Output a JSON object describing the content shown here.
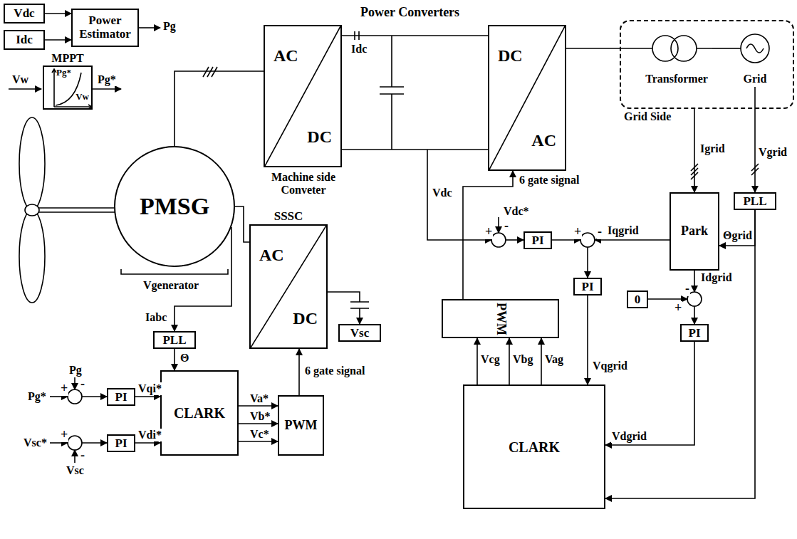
{
  "diagram": {
    "nodes": [
      {
        "text": [
          "Vdc"
        ]
      },
      {
        "text": [
          "Idc"
        ]
      },
      {
        "text": [
          "Power Estimator"
        ]
      },
      {
        "text": [
          "MPPT",
          "Pg*",
          "Vw"
        ]
      },
      {
        "text": [
          "PMSG"
        ]
      },
      {
        "text": [
          "AC",
          "DC"
        ]
      },
      {
        "text": [
          "DC",
          "AC"
        ]
      },
      {
        "text": [
          "Grid Side"
        ]
      },
      {
        "text": [
          "Transformer"
        ],
        "in": 7
      },
      {
        "text": [
          "Grid"
        ],
        "in": 7
      },
      {
        "text": [
          "SSSC",
          "AC",
          "DC"
        ]
      },
      {
        "text": [
          "Vsc"
        ]
      },
      {
        "text": [
          "PLL"
        ]
      },
      {
        "text": [
          "PI"
        ]
      },
      {
        "text": [
          "PI"
        ]
      },
      {
        "text": [
          "CLARK"
        ]
      },
      {
        "text": [
          "PWM"
        ]
      },
      {
        "text": [
          "PLL"
        ]
      },
      {
        "text": [
          "Park"
        ]
      },
      {
        "text": [
          "PI"
        ]
      },
      {
        "text": [
          "PI"
        ]
      },
      {
        "text": [
          "0"
        ]
      },
      {
        "text": [
          "PI"
        ]
      },
      {
        "text": [
          "PWM"
        ]
      },
      {
        "text": [
          "CLARK"
        ]
      }
    ],
    "edges": [
      {
        "from": 0,
        "to": 2,
        "arrow": "to"
      },
      {
        "from": 1,
        "to": 2,
        "arrow": "to"
      },
      {
        "from": 4,
        "to": 5,
        "arrow": "none"
      },
      {
        "from": 5,
        "to": 6,
        "arrow": "none"
      },
      {
        "from": 6,
        "to": 8,
        "arrow": "none"
      },
      {
        "from": 8,
        "to": 9,
        "arrow": "none"
      },
      {
        "from": 4,
        "to": 10,
        "arrow": "none"
      },
      {
        "from": 4,
        "to": 12,
        "arrow": "to",
        "label": "Iabc"
      },
      {
        "from": 10,
        "to": 11,
        "arrow": "to"
      },
      {
        "from": 12,
        "to": 15,
        "arrow": "to",
        "label": "Θ"
      },
      {
        "from": 13,
        "to": 15,
        "arrow": "to",
        "label": "Vqi*"
      },
      {
        "from": 14,
        "to": 15,
        "arrow": "to",
        "label": "Vdi*"
      },
      {
        "from": 15,
        "to": 16,
        "arrow": "to",
        "label": "Va*"
      },
      {
        "from": 15,
        "to": 16,
        "arrow": "to",
        "label": "Vb*"
      },
      {
        "from": 15,
        "to": 16,
        "arrow": "to",
        "label": "Vc*"
      },
      {
        "from": 16,
        "to": 10,
        "arrow": "to",
        "label": "6 gate signal"
      },
      {
        "from": 7,
        "to": 18,
        "arrow": "to",
        "label": "Igrid"
      },
      {
        "from": 9,
        "to": 17,
        "arrow": "to",
        "label": "Vgrid"
      },
      {
        "from": 17,
        "to": 18,
        "arrow": "to",
        "label": "Θgrid"
      },
      {
        "from": 17,
        "to": 24,
        "arrow": "to"
      },
      {
        "from": 20,
        "to": 24,
        "arrow": "to",
        "label": "Vqgrid"
      },
      {
        "from": 22,
        "to": 24,
        "arrow": "to",
        "label": "Vdgrid"
      },
      {
        "from": 24,
        "to": 23,
        "arrow": "to",
        "label": "Vcg"
      },
      {
        "from": 24,
        "to": 23,
        "arrow": "to",
        "label": "Vbg"
      },
      {
        "from": 24,
        "to": 23,
        "arrow": "to",
        "label": "Vag"
      },
      {
        "from": 23,
        "to": 6,
        "arrow": "to",
        "label": "6 gate signal"
      }
    ],
    "labels": [
      "Power Converters",
      "Pg",
      "Vw",
      "Pg*",
      "Idc",
      "Machine side Conveter",
      "Vgenerator",
      "Vdc",
      "Vdc*",
      "+",
      "-",
      "+",
      "-",
      "Iqgrid",
      "Idgrid",
      "+",
      "-",
      "Pg*",
      "+",
      "Pg",
      "-",
      "Vsc*",
      "+",
      "Vsc",
      "-"
    ]
  }
}
